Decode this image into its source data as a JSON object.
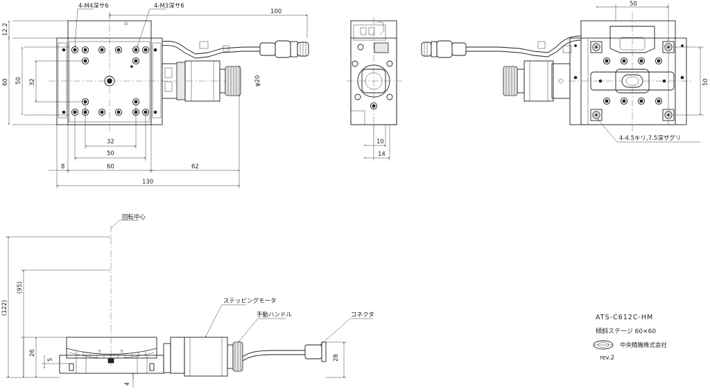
{
  "labels": {
    "m4": "4-M4深サ6",
    "m3": "4-M3深サ6",
    "holes": "4-4.5キリ,7.5深ザグリ",
    "rotation_center": "回転中心",
    "stepping_motor": "ステッピングモータ",
    "hand_knob": "手動ハンドル",
    "connector": "コネクタ"
  },
  "dims": {
    "d100": "100",
    "d122": "12.2",
    "d60v": "60",
    "d32v": "32",
    "d50v": "50",
    "phi20": "φ20",
    "d32h": "32",
    "d50h": "50",
    "d8": "8",
    "d60h": "60",
    "d62": "62",
    "d130": "130",
    "d10": "10",
    "d14": "14",
    "d50top": "50",
    "d50right": "50",
    "p122": "(122)",
    "p95": "(95)",
    "d26": "26",
    "d5": "5",
    "d28": "28",
    "d4": "4"
  },
  "title_block": {
    "model": "ATS-C612C-HM",
    "desc": "傾斜ステージ  60×60",
    "company": "中央精機株式会社",
    "rev": "rev.2"
  }
}
